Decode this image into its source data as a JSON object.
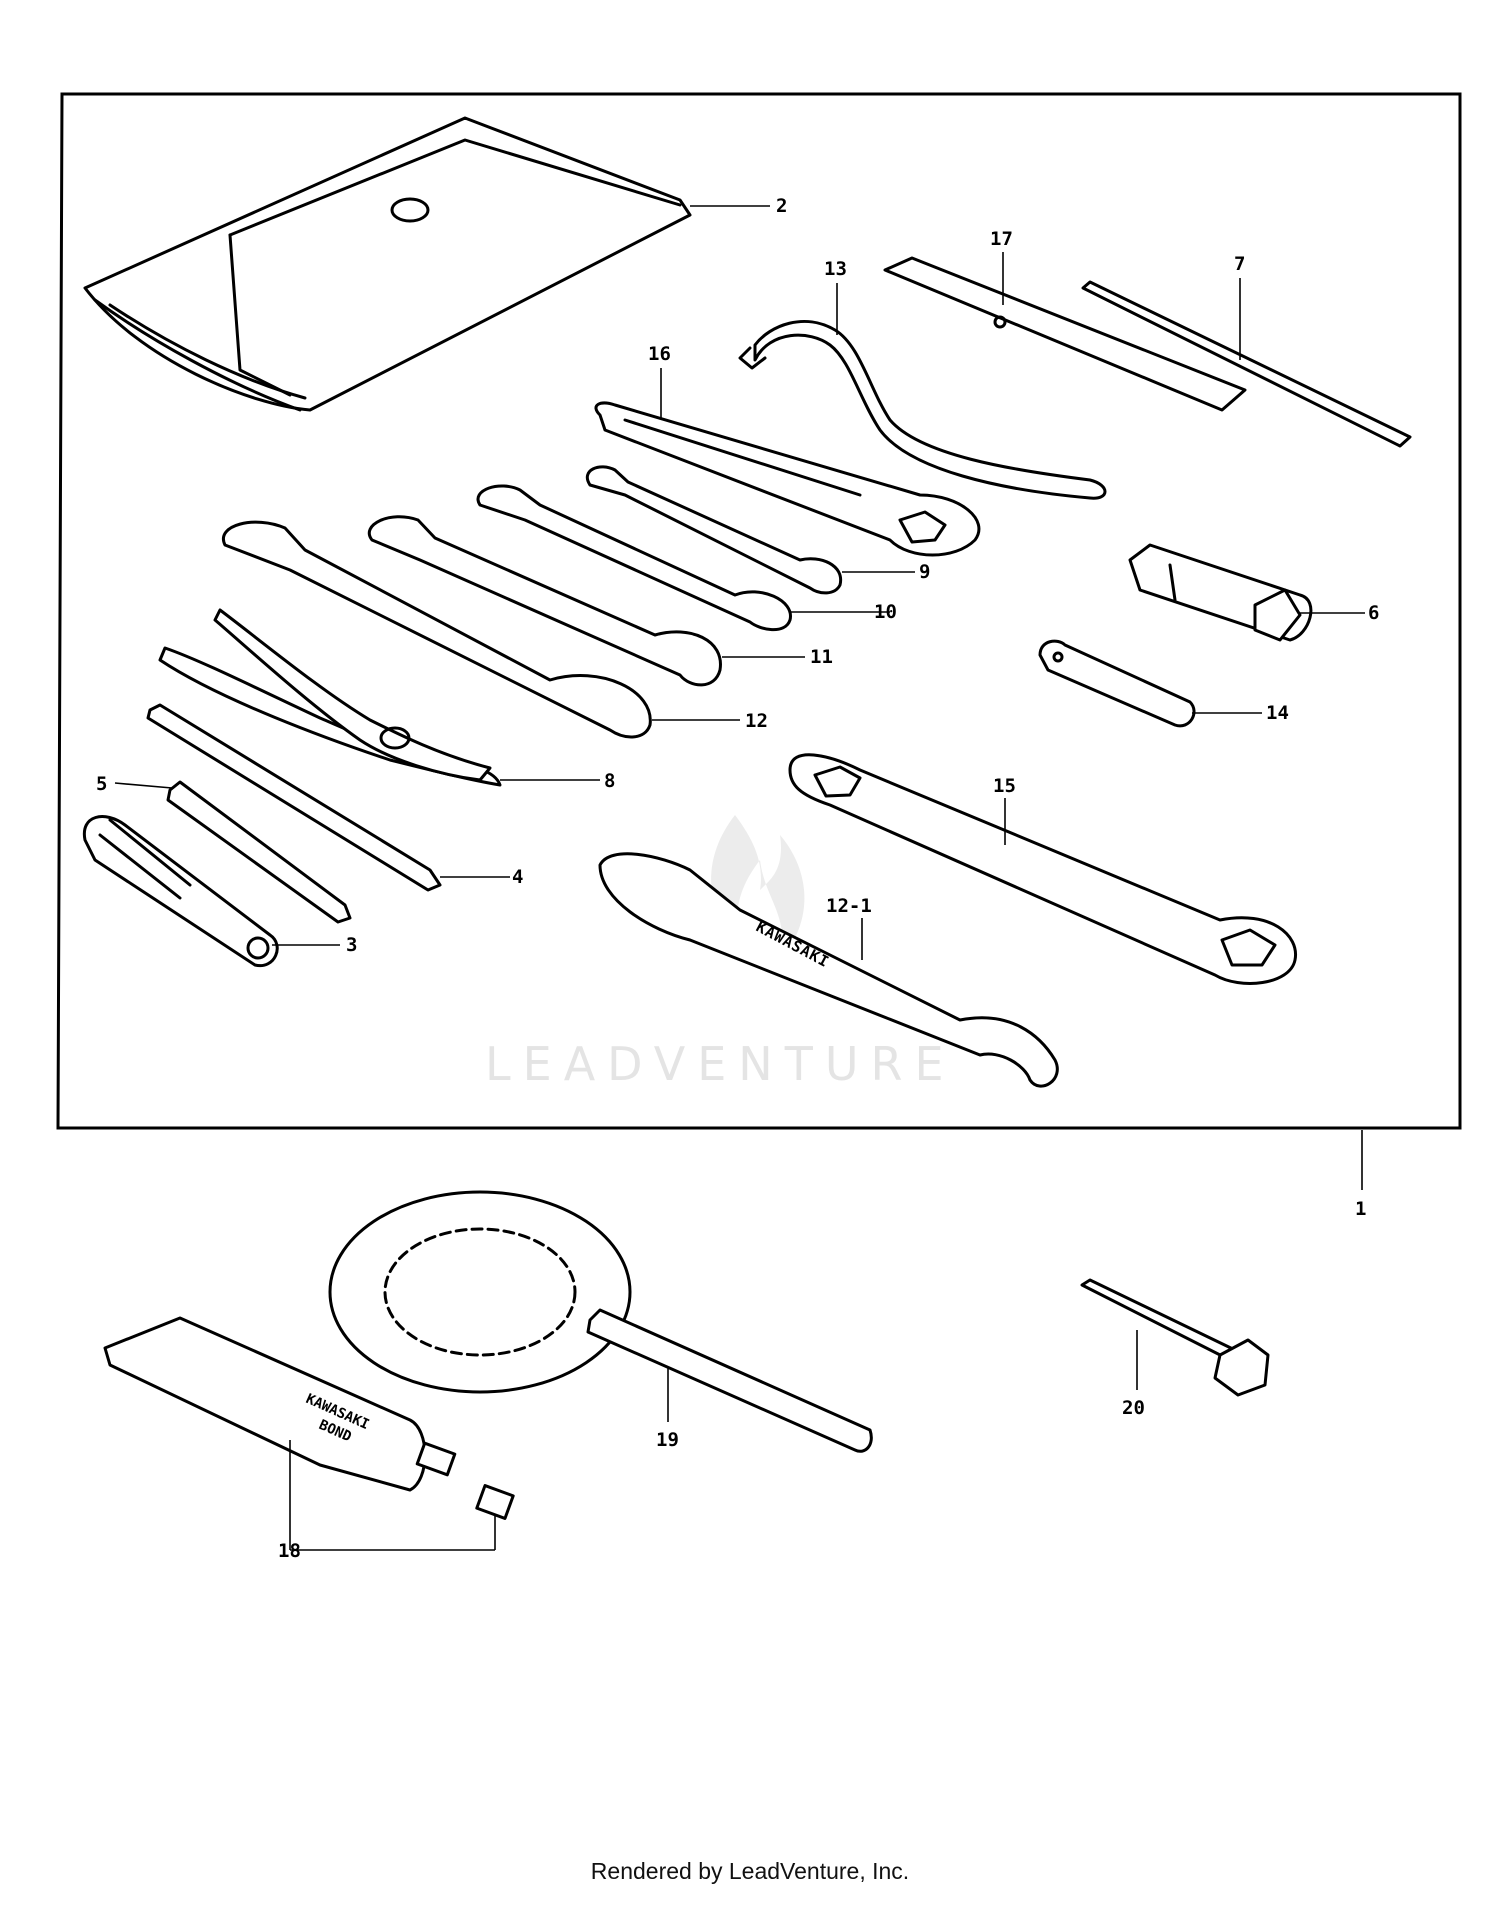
{
  "diagram": {
    "callouts": [
      {
        "id": "c1",
        "label": "1"
      },
      {
        "id": "c2",
        "label": "2"
      },
      {
        "id": "c3",
        "label": "3"
      },
      {
        "id": "c4",
        "label": "4"
      },
      {
        "id": "c5",
        "label": "5"
      },
      {
        "id": "c6",
        "label": "6"
      },
      {
        "id": "c7",
        "label": "7"
      },
      {
        "id": "c8",
        "label": "8"
      },
      {
        "id": "c9",
        "label": "9"
      },
      {
        "id": "c10",
        "label": "10"
      },
      {
        "id": "c11",
        "label": "11"
      },
      {
        "id": "c12",
        "label": "12"
      },
      {
        "id": "c12-1",
        "label": "12-1"
      },
      {
        "id": "c13",
        "label": "13"
      },
      {
        "id": "c14",
        "label": "14"
      },
      {
        "id": "c15",
        "label": "15"
      },
      {
        "id": "c16",
        "label": "16"
      },
      {
        "id": "c17",
        "label": "17"
      },
      {
        "id": "c18",
        "label": "18"
      },
      {
        "id": "c19",
        "label": "19"
      },
      {
        "id": "c20",
        "label": "20"
      }
    ],
    "tube_label_line1": "KAWASAKI",
    "tube_label_line2": "BOND",
    "wrench_brand": "KAWASAKI",
    "watermark": "LEADVENTURE"
  },
  "footer": {
    "text": "Rendered by LeadVenture, Inc."
  }
}
